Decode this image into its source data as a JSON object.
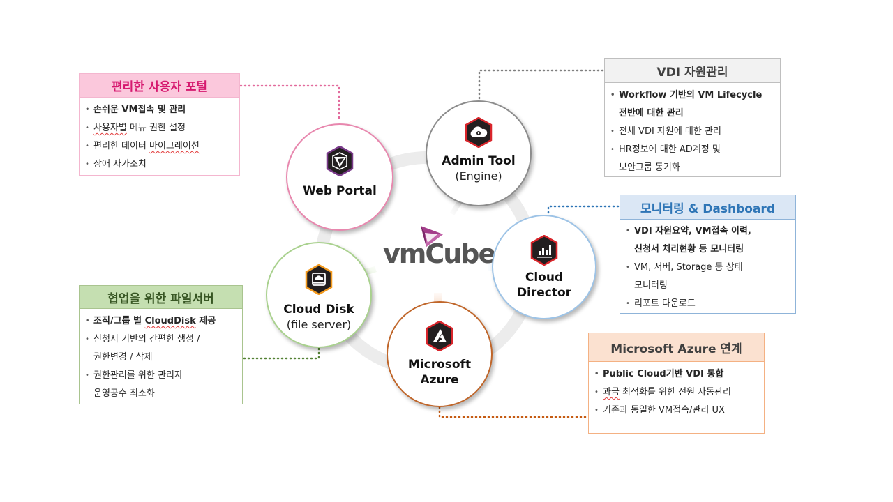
{
  "center": {
    "logo_text": "vmCube",
    "logo_icon": "cube-icon",
    "logo_color": "#a33d8a"
  },
  "nodes": {
    "web_portal": {
      "name": "Web Portal",
      "sub": "",
      "icon": "cube-icon",
      "border_color": "#e887ae"
    },
    "admin_tool": {
      "name": "Admin Tool",
      "sub": "(Engine)",
      "icon": "cloud-gear-icon",
      "border_color": "#8c8c8c"
    },
    "cloud_director": {
      "name": "Cloud",
      "sub": "Director",
      "icon": "bar-chart-icon",
      "border_color": "#9dc3e6"
    },
    "azure": {
      "name": "Microsoft",
      "sub": "Azure",
      "icon": "azure-icon",
      "border_color": "#c0662a"
    },
    "cloud_disk": {
      "name": "Cloud Disk",
      "sub": "(file server)",
      "icon": "disk-icon",
      "border_color": "#a9d18e"
    }
  },
  "boxes": {
    "portal": {
      "title": "편리한 사용자 포털",
      "items": [
        {
          "text": "손쉬운 VM접속 및 관리",
          "bold": true
        },
        {
          "text": "사용자별 메뉴 권한 설정",
          "bold": false,
          "underline": "사용자별"
        },
        {
          "text": "편리한 데이터 마이그레이션",
          "bold": false,
          "underline": "마이그레이션"
        },
        {
          "text": "장애 자가조치",
          "bold": false
        }
      ]
    },
    "vdi": {
      "title": "VDI 자원관리",
      "items": [
        {
          "text": "Workflow 기반의 VM Lifecycle",
          "cont": "전반에 대한 관리",
          "bold": true
        },
        {
          "text": "전체 VDI 자원에 대한 관리",
          "bold": false
        },
        {
          "text": "HR정보에 대한 AD계정 및",
          "cont": "보안그룹 동기화",
          "bold": false
        }
      ]
    },
    "monitoring": {
      "title": "모니터링 & Dashboard",
      "items": [
        {
          "text": "VDI 자원요약, VM접속 이력,",
          "cont": "신청서 처리현황 등 모니터링",
          "bold": true
        },
        {
          "text": "VM, 서버, Storage 등 상태",
          "cont": "모니터링",
          "bold": false
        },
        {
          "text": "리포트 다운로드",
          "bold": false
        }
      ]
    },
    "fileserver": {
      "title": "협업을 위한 파일서버",
      "items": [
        {
          "text": "조직/그룹 별 CloudDisk 제공",
          "bold": true,
          "underline": "CloudDisk"
        },
        {
          "text": "신청서 기반의 간편한 생성 /",
          "cont": "권한변경 / 삭제",
          "bold": false
        },
        {
          "text": "권한관리를 위한 관리자",
          "cont": "운영공수 최소화",
          "bold": false
        }
      ]
    },
    "azure": {
      "title": "Microsoft Azure 연계",
      "items": [
        {
          "text": "Public Cloud기반 VDI 통합",
          "bold": true
        },
        {
          "text": "과금 최적화를 위한 전원 자동관리",
          "bold": false,
          "underline": "과금"
        },
        {
          "text": "기존과 동일한 VM접속/관리 UX",
          "bold": false
        }
      ]
    }
  },
  "colors": {
    "pink": "#e26a9c",
    "gray": "#7f7f7f",
    "blue": "#2e75b6",
    "green": "#548235",
    "orange": "#c55a11",
    "ring": "#ebebeb",
    "hex_dark": "#231f20"
  }
}
